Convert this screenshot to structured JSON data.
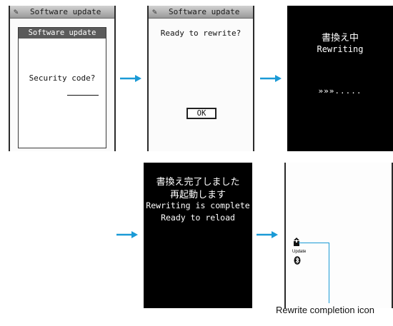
{
  "screen1": {
    "title": "Software update",
    "dialog_title": "Software update",
    "prompt": "Security code?"
  },
  "screen2": {
    "title": "Software update",
    "prompt": "Ready to rewrite?",
    "ok_label": "OK"
  },
  "screen3": {
    "line1": "書換え中",
    "line2": "Rewriting",
    "progress": "»»».....",
    "progress_fraction": 0.375
  },
  "screen4": {
    "line1": "書換え完了しました",
    "line2": "再起動します",
    "line3": "Rewriting is complete",
    "line4": "Ready to reload"
  },
  "screen5": {
    "icon_label": "Update",
    "icons": [
      "update-icon",
      "bluetooth-icon"
    ]
  },
  "caption": "Rewrite completion icon",
  "colors": {
    "arrow": "#1a9ad6",
    "callout": "#1a9ad6",
    "dialog_header": "#5a5a5a",
    "title_bar": "#b8b8b8"
  }
}
